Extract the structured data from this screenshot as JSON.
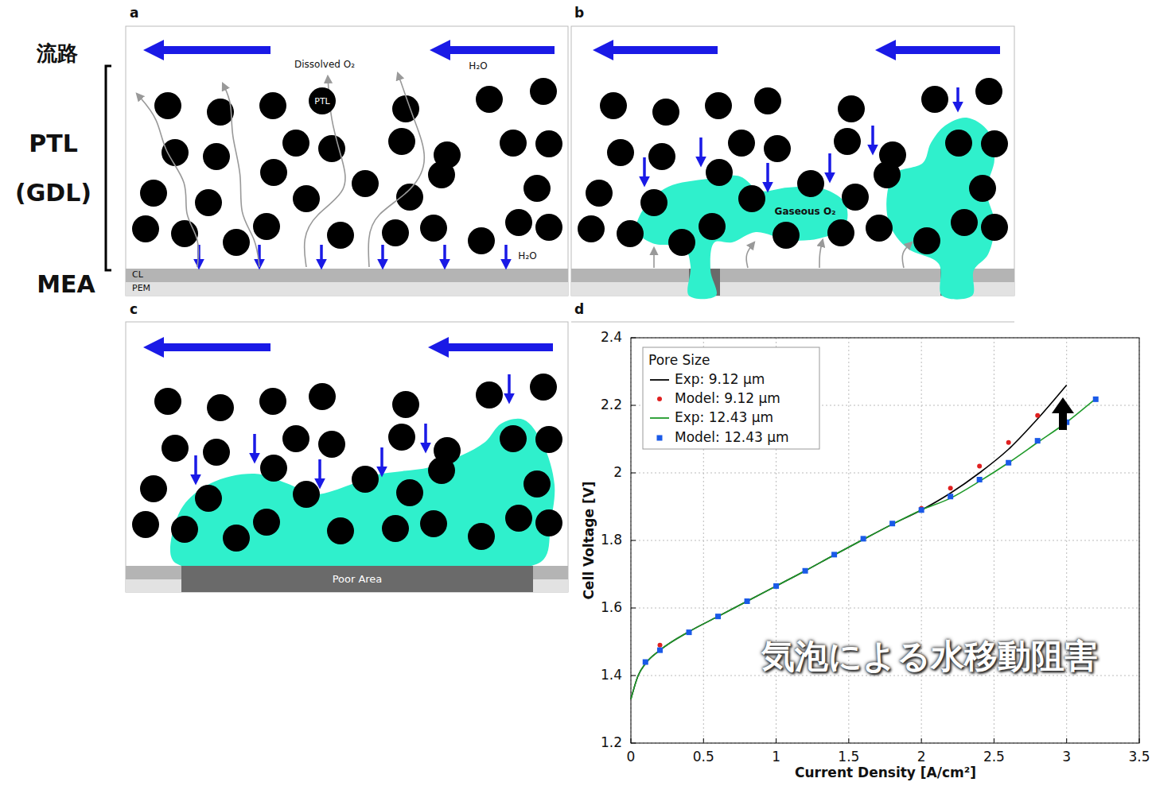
{
  "diagram": {
    "nodes": [
      {
        "text": [
          "PTL"
        ]
      },
      {
        "text": [
          "Gaseous O₂"
        ]
      },
      {
        "text": [
          "Poor Area"
        ]
      }
    ],
    "labels": [
      "a",
      "b",
      "c",
      "d",
      "流路",
      "PTL (GDL)",
      "MEA",
      "Dissolved O₂",
      "H₂O",
      "H₂O",
      "CL",
      "PEM",
      "2.4",
      "2.2",
      "2",
      "1.8",
      "1.6",
      "1.4",
      "1.2",
      "0",
      "0.5",
      "1",
      "1.5",
      "2",
      "2.5",
      "3",
      "3.5",
      "Cell Voltage [V]",
      "Current Density [A/cm²]",
      "Pore Size",
      "気泡による水移動阻害"
    ],
    "legend": [
      {
        "text": "Exp: 9.12 µm"
      },
      {
        "text": "Model: 9.12 µm"
      },
      {
        "text": "Exp: 12.43 µm"
      },
      {
        "text": "Model: 12.43 µm"
      }
    ]
  }
}
